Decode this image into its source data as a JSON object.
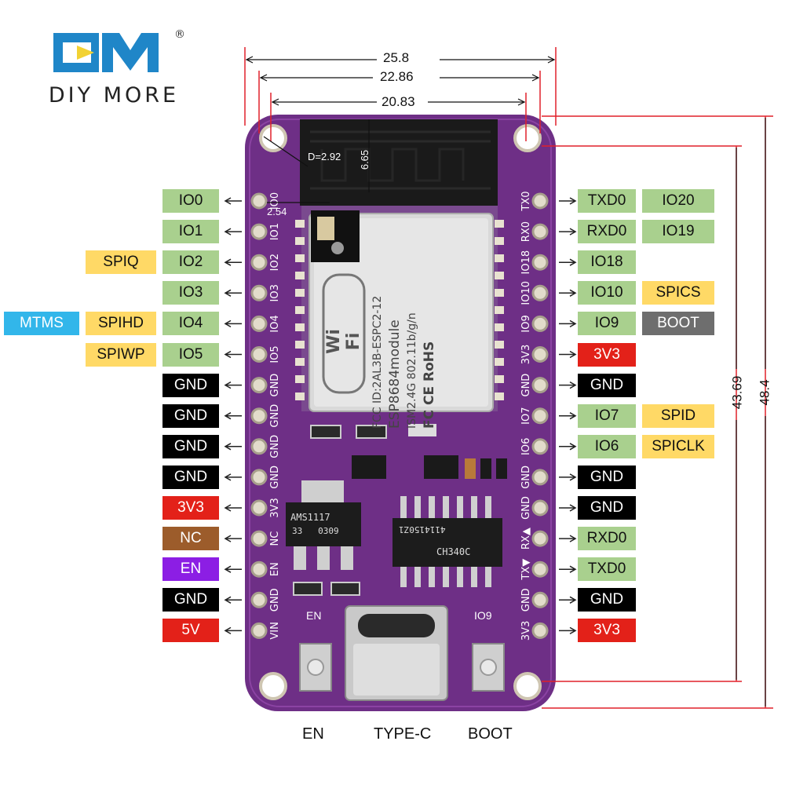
{
  "logo": {
    "text": "DIY MORE",
    "registered": "®"
  },
  "dimensions": {
    "d1": "25.8",
    "d2": "22.86",
    "d3": "20.83",
    "hole": "D=2.92",
    "height_small": "6.65",
    "pitch": "2.54",
    "v1": "43.69",
    "v2": "48.4"
  },
  "module": {
    "wifi": "Wi Fi",
    "line1": "FCC ID:2AL3B-ESPC2-12",
    "line2": "ESP8684module",
    "line3": "ISM2.4G  802.11b/g/n",
    "marks": "FC CE RoHS"
  },
  "chips": {
    "regulator": "AMS1117",
    "regulator_sub": "33   0309",
    "usb": "CH340C",
    "usb_sub": "4114150Z1"
  },
  "silk": {
    "left": [
      "IO0",
      "IO1",
      "IO2",
      "IO3",
      "IO4",
      "IO5",
      "GND",
      "GND",
      "GND",
      "GND",
      "3V3",
      "NC",
      "EN",
      "GND",
      "VIN"
    ],
    "right": [
      "TX0",
      "RX0",
      "IO18",
      "IO10",
      "IO9",
      "3V3",
      "GND",
      "IO7",
      "IO6",
      "GND",
      "GND",
      "RX▲",
      "TX▼",
      "GND",
      "3V3"
    ],
    "en_button": "EN",
    "io9_button": "IO9"
  },
  "left_pins": [
    {
      "labels": [
        {
          "text": "IO0",
          "kind": "io"
        }
      ]
    },
    {
      "labels": [
        {
          "text": "IO1",
          "kind": "io"
        }
      ]
    },
    {
      "labels": [
        {
          "text": "SPIQ",
          "kind": "spi"
        },
        {
          "text": "IO2",
          "kind": "io"
        }
      ]
    },
    {
      "labels": [
        {
          "text": "IO3",
          "kind": "io"
        }
      ]
    },
    {
      "labels": [
        {
          "text": "MTMS",
          "kind": "mtms"
        },
        {
          "text": "SPIHD",
          "kind": "spi"
        },
        {
          "text": "IO4",
          "kind": "io"
        }
      ]
    },
    {
      "labels": [
        {
          "text": "SPIWP",
          "kind": "spi"
        },
        {
          "text": "IO5",
          "kind": "io"
        }
      ]
    },
    {
      "labels": [
        {
          "text": "GND",
          "kind": "gnd"
        }
      ]
    },
    {
      "labels": [
        {
          "text": "GND",
          "kind": "gnd"
        }
      ]
    },
    {
      "labels": [
        {
          "text": "GND",
          "kind": "gnd"
        }
      ]
    },
    {
      "labels": [
        {
          "text": "GND",
          "kind": "gnd"
        }
      ]
    },
    {
      "labels": [
        {
          "text": "3V3",
          "kind": "pwr"
        }
      ]
    },
    {
      "labels": [
        {
          "text": "NC",
          "kind": "nc"
        }
      ]
    },
    {
      "labels": [
        {
          "text": "EN",
          "kind": "en"
        }
      ]
    },
    {
      "labels": [
        {
          "text": "GND",
          "kind": "gnd"
        }
      ]
    },
    {
      "labels": [
        {
          "text": "5V",
          "kind": "pwr"
        }
      ]
    }
  ],
  "right_pins": [
    {
      "labels": [
        {
          "text": "TXD0",
          "kind": "io"
        },
        {
          "text": "IO20",
          "kind": "io"
        }
      ]
    },
    {
      "labels": [
        {
          "text": "RXD0",
          "kind": "io"
        },
        {
          "text": "IO19",
          "kind": "io"
        }
      ]
    },
    {
      "labels": [
        {
          "text": "IO18",
          "kind": "io"
        }
      ]
    },
    {
      "labels": [
        {
          "text": "IO10",
          "kind": "io"
        },
        {
          "text": "SPICS",
          "kind": "spi"
        }
      ]
    },
    {
      "labels": [
        {
          "text": "IO9",
          "kind": "io"
        },
        {
          "text": "BOOT",
          "kind": "boot"
        }
      ]
    },
    {
      "labels": [
        {
          "text": "3V3",
          "kind": "pwr"
        }
      ]
    },
    {
      "labels": [
        {
          "text": "GND",
          "kind": "gnd"
        }
      ]
    },
    {
      "labels": [
        {
          "text": "IO7",
          "kind": "io"
        },
        {
          "text": "SPID",
          "kind": "spi"
        }
      ]
    },
    {
      "labels": [
        {
          "text": "IO6",
          "kind": "io"
        },
        {
          "text": "SPICLK",
          "kind": "spi"
        }
      ]
    },
    {
      "labels": [
        {
          "text": "GND",
          "kind": "gnd"
        }
      ]
    },
    {
      "labels": [
        {
          "text": "GND",
          "kind": "gnd"
        }
      ]
    },
    {
      "labels": [
        {
          "text": "RXD0",
          "kind": "io"
        }
      ]
    },
    {
      "labels": [
        {
          "text": "TXD0",
          "kind": "io"
        }
      ]
    },
    {
      "labels": [
        {
          "text": "GND",
          "kind": "gnd"
        }
      ]
    },
    {
      "labels": [
        {
          "text": "3V3",
          "kind": "pwr"
        }
      ]
    }
  ],
  "bottom_labels": {
    "en": "EN",
    "typec": "TYPE-C",
    "boot": "BOOT"
  },
  "colors": {
    "board": "#6e2f86",
    "io": "#a9d08e",
    "spi": "#ffd966",
    "gnd": "#000000",
    "pwr": "#e32119",
    "nc": "#9c5c2b",
    "en": "#8c1ee4",
    "mtms": "#32b6ea",
    "boot": "#6e6e6e",
    "logo_blue": "#1f86c8",
    "logo_yellow": "#f2d233",
    "dimension_line": "#e0202a"
  }
}
